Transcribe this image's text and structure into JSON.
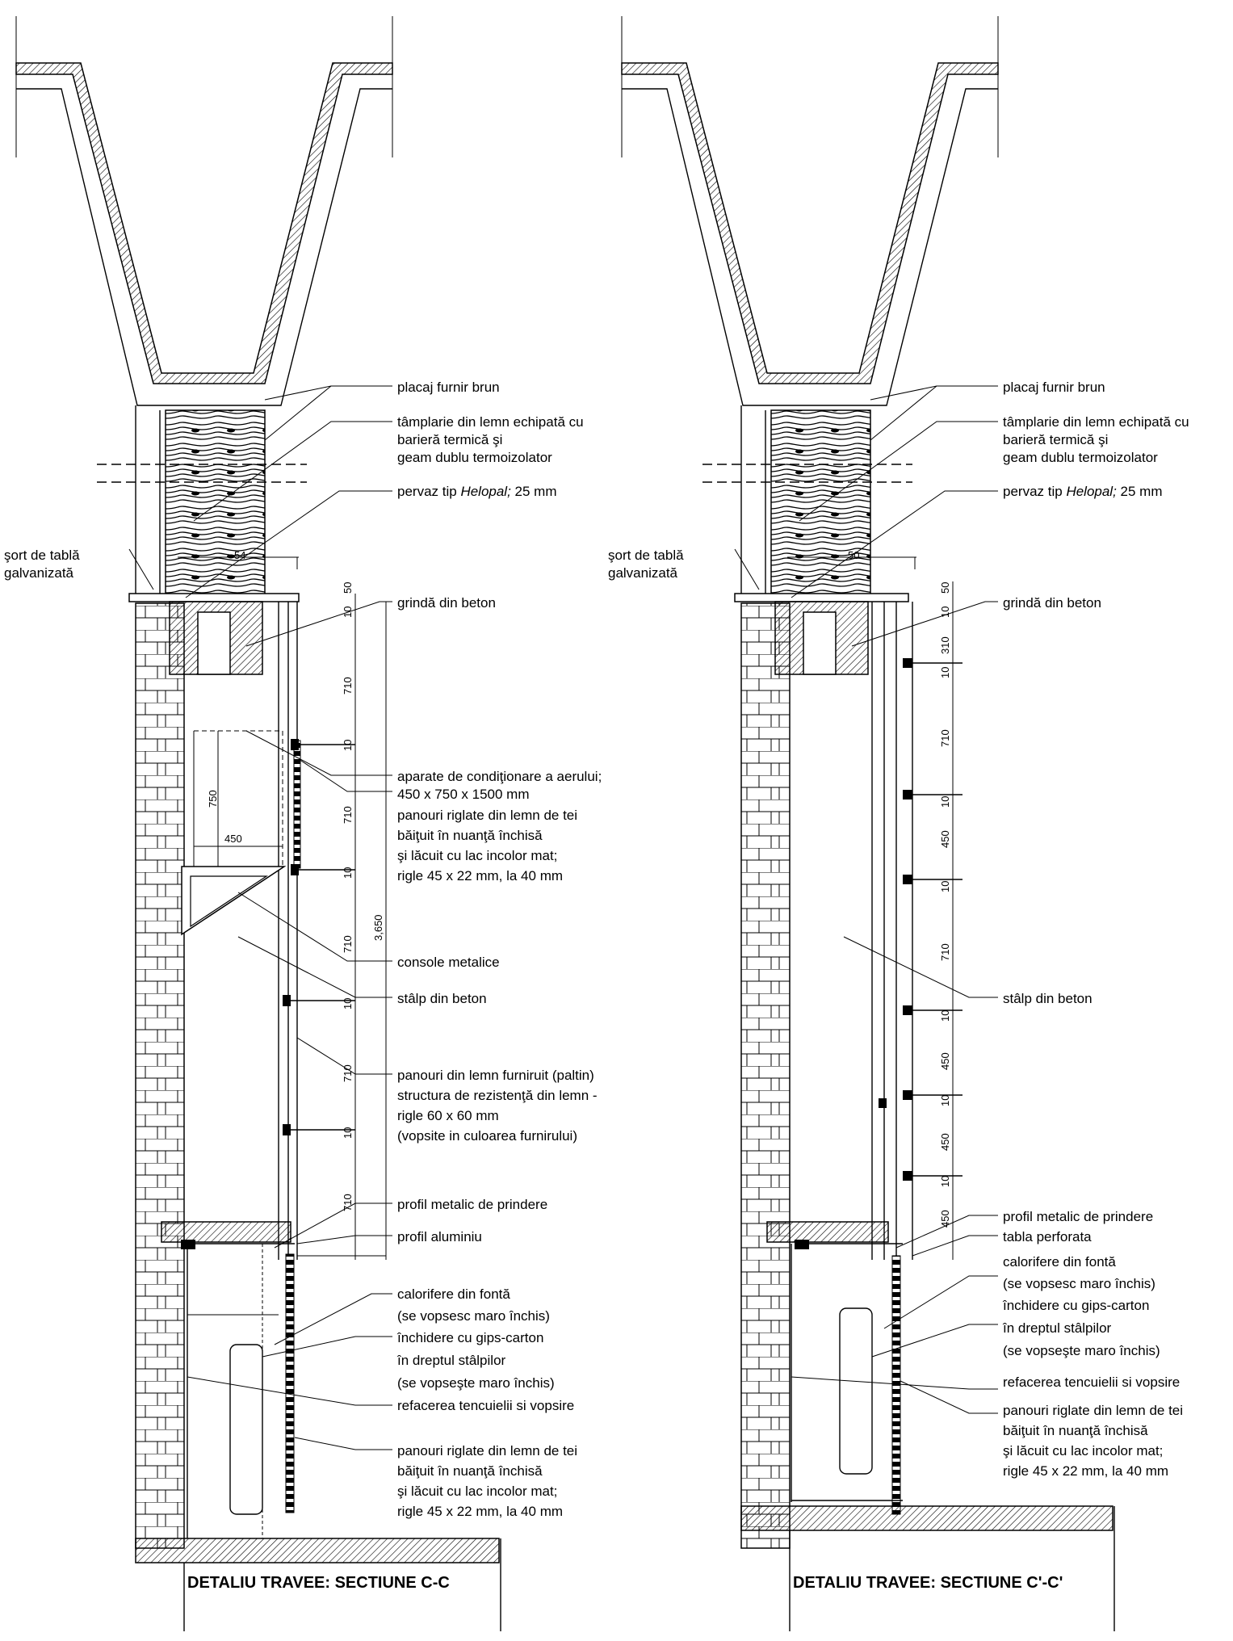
{
  "left": {
    "title": "DETALIU TRAVEE: SECTIUNE C-C",
    "labels": {
      "placaj": "placaj furnir brun",
      "tamplarie1": "tâmplarie din lemn echipată cu",
      "tamplarie2": "barieră termică şi",
      "tamplarie3": "geam dublu termoizolator",
      "pervaz_pre": "pervaz tip ",
      "pervaz_it": "Helopal;",
      "pervaz_post": " 25 mm",
      "sort1": "şort de tablă",
      "sort2": "galvanizată",
      "grinda": "grindă din beton",
      "aparate1": "aparate de condiţionare a aerului;",
      "aparate2": "450 x 750 x 1500 mm",
      "panouri1": "panouri riglate din lemn de tei",
      "panouri2": "băiţuit în nuanţă închisă",
      "panouri3": "şi lăcuit cu lac incolor mat;",
      "panouri4": "rigle 45 x 22 mm, la 40 mm",
      "console": "console metalice",
      "stalp": "stâlp din beton",
      "furniruit1": "panouri din lemn furniruit (paltin)",
      "furniruit2": "structura de rezistenţă din lemn -",
      "furniruit3": "rigle 60 x 60 mm",
      "furniruit4": "(vopsite in culoarea furnirului)",
      "profil_metalic": "profil metalic de prindere",
      "profil_al": "profil aluminiu",
      "calorifere1": "calorifere din fontă",
      "calorifere2": "(se vopsesc maro închis)",
      "inchidere1": "închidere cu gips-carton",
      "inchidere2": "în dreptul stâlpilor",
      "inchidere3": "(se vopseşte maro închis)",
      "refacerea": "refacerea tencuielii si vopsire",
      "panourib1": "panouri riglate din lemn de tei",
      "panourib2": "băiţuit în nuanţă închisă",
      "panourib3": "şi lăcuit cu lac incolor mat;",
      "panourib4": "rigle 45 x 22 mm, la 40 mm"
    },
    "dims": {
      "d50": "50",
      "d10a": "10",
      "d710a": "710",
      "d10b": "10",
      "d710b": "710",
      "d10c": "10",
      "d710c": "710",
      "d10d": "10",
      "d710d": "710",
      "d10e": "10",
      "d710e": "710",
      "total": "3,650",
      "ac_h": "750",
      "ac_w": "450",
      "d54": "54"
    }
  },
  "right": {
    "title": "DETALIU TRAVEE: SECTIUNE C'-C'",
    "labels": {
      "placaj": "placaj furnir brun",
      "tamplarie1": "tâmplarie din lemn echipată cu",
      "tamplarie2": "barieră termică şi",
      "tamplarie3": "geam dublu termoizolator",
      "pervaz_pre": "pervaz tip ",
      "pervaz_it": "Helopal;",
      "pervaz_post": " 25 mm",
      "sort1": "şort de tablă",
      "sort2": "galvanizată",
      "grinda": "grindă din beton",
      "stalp": "stâlp din beton",
      "profil_metalic": "profil metalic de prindere",
      "tabla": "tabla perforata",
      "calorifere1": "calorifere din fontă",
      "calorifere2": "(se vopsesc maro închis)",
      "inchidere1": "închidere cu gips-carton",
      "inchidere2": "în dreptul stâlpilor",
      "inchidere3": "(se vopseşte maro închis)",
      "refacerea": "refacerea tencuielii si vopsire",
      "panourib1": "panouri riglate din lemn de tei",
      "panourib2": "băiţuit în nuanţă închisă",
      "panourib3": "şi lăcuit cu lac incolor mat;",
      "panourib4": "rigle 45 x 22 mm, la 40 mm"
    },
    "dims": {
      "d50": "50",
      "d10a": "10",
      "d310": "310",
      "d10b": "10",
      "d710a": "710",
      "d10c": "10",
      "d450a": "450",
      "d10d": "10",
      "d710b": "710",
      "d10e": "10",
      "d450b": "450",
      "d10f": "10",
      "d450c": "450",
      "d10g": "10",
      "d450d": "450",
      "d50b": "50"
    }
  }
}
